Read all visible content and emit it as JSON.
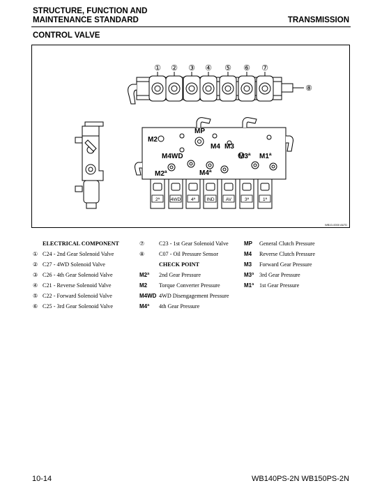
{
  "header": {
    "title_line1": "STRUCTURE, FUNCTION AND",
    "title_line2": "MAINTENANCE STANDARD",
    "section_right": "TRANSMISSION"
  },
  "section_title": "CONTROL VALVE",
  "figure": {
    "top_numbers": [
      "①",
      "②",
      "③",
      "④",
      "⑤",
      "⑥",
      "⑦"
    ],
    "side_number": "⑧",
    "port_labels": {
      "m2": "M2",
      "mp": "MP",
      "m4": "M4",
      "m3": "M3",
      "m4wd": "M4WD",
      "m3a": "M3ª",
      "m1a": "M1ª",
      "m2a": "M2ª",
      "m4a": "M4ª"
    },
    "connector_labels": [
      "2ª",
      "4WD",
      "4ª",
      "IND",
      "AV",
      "3ª",
      "1ª"
    ],
    "figure_id": "WB10-0000 A67D"
  },
  "electrical": {
    "heading": "ELECTRICAL COMPONENT",
    "items": [
      {
        "num": "①",
        "text": "C24 - 2nd Gear Solenoid Valve"
      },
      {
        "num": "②",
        "text": "C27 - 4WD Solenoid Valve"
      },
      {
        "num": "③",
        "text": "C26 - 4th Gear Solenoid Valve"
      },
      {
        "num": "④",
        "text": "C21 - Reverse Solenoid Valve"
      },
      {
        "num": "⑤",
        "text": "C22 - Forward Solenoid Valve"
      },
      {
        "num": "⑥",
        "text": "C25 - 3rd Gear Solenoid Valve"
      }
    ]
  },
  "middle": {
    "items": [
      {
        "num": "⑦",
        "text": "C23 - 1st Gear Solenoid Valve"
      },
      {
        "num": "⑧",
        "text": "C07 - Oil Pressure Sensor"
      }
    ],
    "check_heading": "CHECK POINT",
    "check_items": [
      {
        "code": "M2ª",
        "text": "2nd Gear Pressure"
      },
      {
        "code": "M2",
        "text": "Torque Converter Pressure"
      },
      {
        "code": "M4WD",
        "text": "4WD Disengagement Pressure"
      },
      {
        "code": "M4ª",
        "text": "4th Gear Pressure"
      }
    ]
  },
  "right": {
    "check_items": [
      {
        "code": "MP",
        "text": "General Clutch Pressure"
      },
      {
        "code": "M4",
        "text": "Reverse Clutch Pressure"
      },
      {
        "code": "M3",
        "text": "Forward Gear Pressure"
      },
      {
        "code": "M3ª",
        "text": "3rd Gear Pressure"
      },
      {
        "code": "M1ª",
        "text": "1st Gear Pressure"
      }
    ]
  },
  "footer": {
    "page": "10-14",
    "models": "WB140PS-2N WB150PS-2N"
  }
}
